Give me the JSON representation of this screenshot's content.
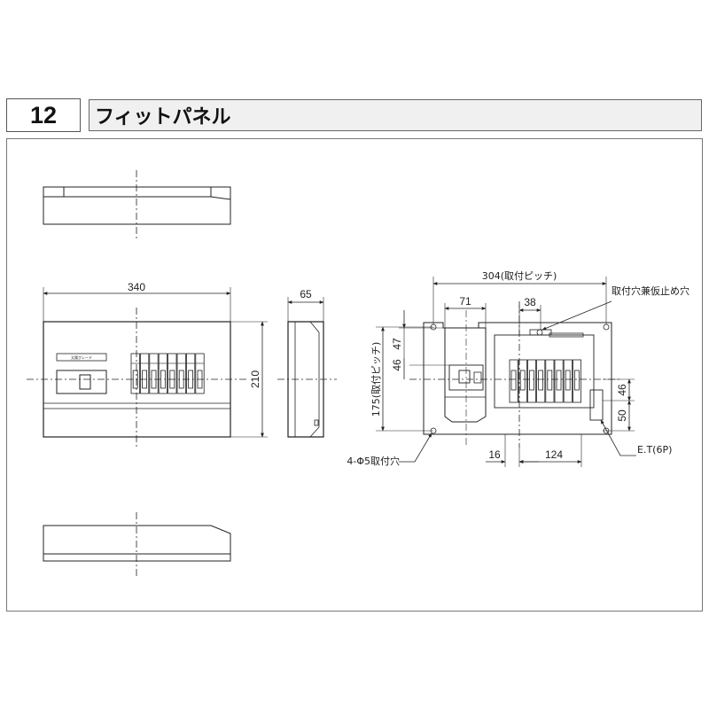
{
  "header": {
    "number": "12",
    "title": "フィットパネル"
  },
  "front_view": {
    "width_dim": "340",
    "height_dim": "210",
    "brand_text": "太陽グレード"
  },
  "side_view": {
    "depth_dim": "65"
  },
  "internal_view": {
    "pitch_label": "304(取付ピッチ)",
    "dim_71": "71",
    "dim_38": "38",
    "temp_hole_label": "取付穴兼仮止め穴",
    "dim_47": "47",
    "dim_46_left": "46",
    "vertical_pitch_label": "175(取付ピッチ)",
    "dim_46_right": "46",
    "dim_50": "50",
    "dim_16": "16",
    "dim_124": "124",
    "mount_holes_label": "4-Φ5取付穴",
    "et_label": "E.T(6P)"
  }
}
